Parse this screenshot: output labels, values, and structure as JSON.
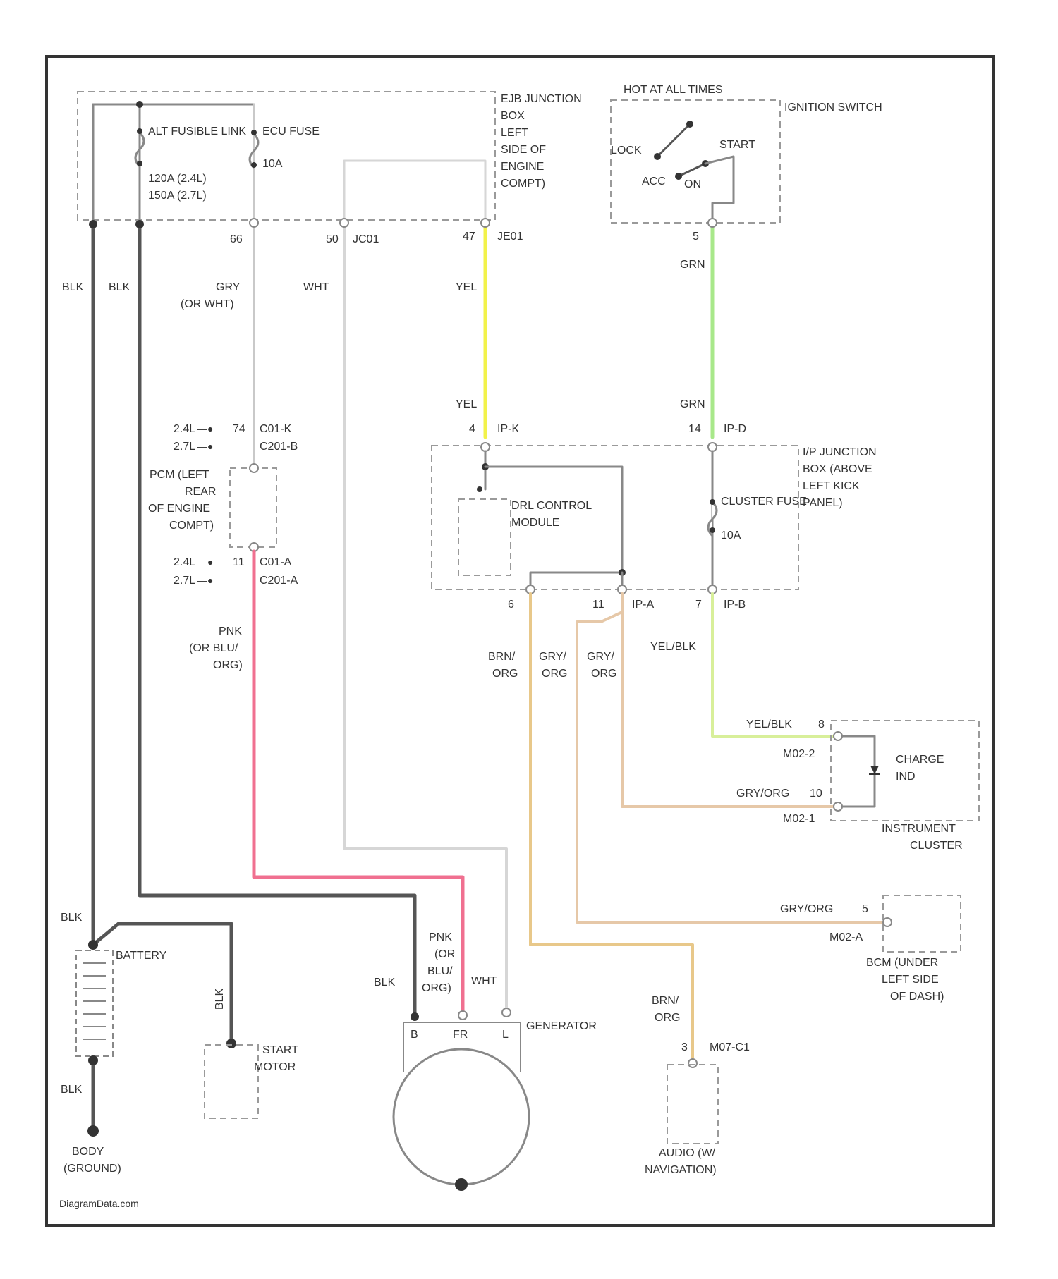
{
  "colors": {
    "frame": "#333333",
    "wire_blk": "#555555",
    "wire_gry": "#c9c9c9",
    "wire_wht": "#d6d6d6",
    "wire_yel": "#f2f24a",
    "wire_grn": "#a8e88a",
    "wire_pnk": "#f07090",
    "wire_brn_org": "#e8c88a",
    "wire_gry_org": "#e6c8a8",
    "wire_yel_blk": "#d8ef9a"
  },
  "fuse_box": {
    "name": "EJB JUNCTION BOX LEFT SIDE OF ENGINE COMPT",
    "alt_fusible_link": "ALT FUSIBLE LINK",
    "alt_ratings": [
      "120A (2.4L)",
      "150A (2.7L)"
    ],
    "ecu_fuse": "ECU FUSE",
    "ecu_rating": "10A"
  },
  "ignition": {
    "header": "HOT AT ALL TIMES",
    "name": "IGNITION SWITCH",
    "positions": {
      "lock": "LOCK",
      "acc": "ACC",
      "on": "ON",
      "start": "START"
    },
    "pin": "5"
  },
  "pins": {
    "p66": "66",
    "p50": "50",
    "jc01": "JC01",
    "p47": "47",
    "je01": "JE01",
    "p4": "4",
    "ipk": "IP-K",
    "p14": "14",
    "ipd": "IP-D",
    "p6": "6",
    "p11": "11",
    "ipa": "IP-A",
    "p7": "7",
    "ipb": "IP-B",
    "p8": "8",
    "p10": "10",
    "p5": "5",
    "p3": "3"
  },
  "wires": {
    "blk1": "BLK",
    "blk2": "BLK",
    "gry_wht": [
      "GRY",
      "(OR WHT)"
    ],
    "wht": "WHT",
    "yel_top": "YEL",
    "yel_bot": "YEL",
    "grn_top": "GRN",
    "grn_bot": "GRN",
    "pnk": [
      "PNK",
      "(OR BLU/",
      "ORG)"
    ],
    "brn_org": [
      "BRN/",
      "ORG"
    ],
    "gry_org1": [
      "GRY/",
      "ORG"
    ],
    "gry_org2": [
      "GRY/",
      "ORG"
    ],
    "yel_blk": "YEL/BLK",
    "yel_blk2": "YEL/BLK",
    "gry_org_cluster": "GRY/ORG",
    "gry_org_bcm": "GRY/ORG",
    "blk_battery": "BLK",
    "blk_starter": "BLK",
    "blk_ground": "BLK",
    "blk_gen": "BLK",
    "pnk_gen": [
      "PNK",
      "(OR",
      "BLU/",
      "ORG)"
    ],
    "wht_gen": "WHT",
    "brn_org_audio": [
      "BRN/",
      "ORG"
    ]
  },
  "connectors": {
    "c01k": "C01-K",
    "c201b": "C201-B",
    "c01a": "C01-A",
    "c201a": "C201-A",
    "eng24_top": "2.4L",
    "eng27_top": "2.7L",
    "pin_top_24": "74",
    "eng24_bot": "2.4L",
    "eng27_bot": "2.7L",
    "pin_bot_24": "11",
    "m02_2": "M02-2",
    "m02_1": "M02-1",
    "m02_a": "M02-A",
    "m07_c1": "M07-C1"
  },
  "pcm": {
    "name": [
      "PCM (LEFT",
      "REAR",
      "OF ENGINE",
      "COMPT)"
    ]
  },
  "ip_box": {
    "name": [
      "I/P JUNCTION",
      "BOX (ABOVE",
      "LEFT KICK",
      "PANEL)"
    ],
    "drl": [
      "DRL CONTROL",
      "MODULE"
    ],
    "cluster_fuse": "CLUSTER FUSE",
    "cluster_rating": "10A"
  },
  "cluster": {
    "charge_ind": [
      "CHARGE",
      "IND"
    ],
    "name": [
      "INSTRUMENT",
      "CLUSTER"
    ]
  },
  "bcm": {
    "name": [
      "BCM (UNDER",
      "LEFT SIDE",
      "OF DASH)"
    ]
  },
  "battery": "BATTERY",
  "start_motor": [
    "START",
    "MOTOR"
  ],
  "generator": {
    "name": "GENERATOR",
    "term_b": "B",
    "term_fr": "FR",
    "term_l": "L"
  },
  "audio": [
    "AUDIO (W/",
    "NAVIGATION)"
  ],
  "ground": [
    "BODY",
    "(GROUND)"
  ],
  "watermark": "DiagramData.com"
}
